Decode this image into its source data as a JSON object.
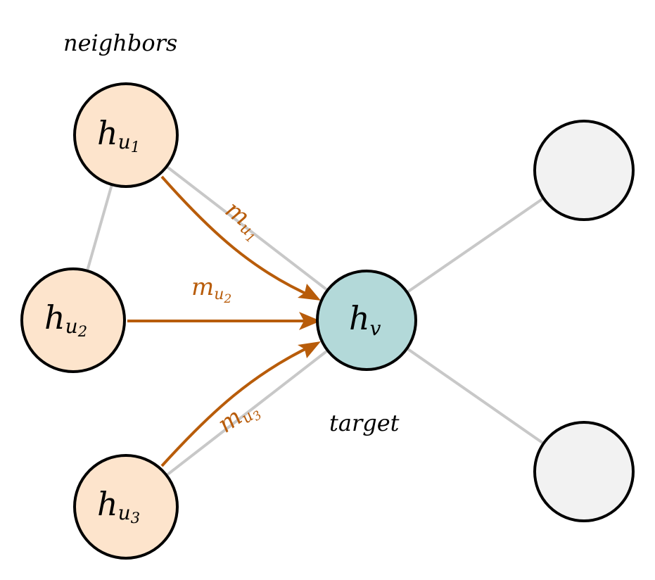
{
  "colors": {
    "neighbor_fill": "#FDE4CC",
    "target_fill": "#B3D9D9",
    "other_fill": "#F2F2F2",
    "edge": "#C8C8C8",
    "message": "#B85C0A",
    "outline": "#000000"
  },
  "captions": {
    "neighbors": "neighbors",
    "target": "target"
  },
  "nodes": {
    "u1": {
      "base": "h",
      "sub": "u",
      "subsub": "1"
    },
    "u2": {
      "base": "h",
      "sub": "u",
      "subsub": "2"
    },
    "u3": {
      "base": "h",
      "sub": "u",
      "subsub": "3"
    },
    "v": {
      "base": "h",
      "sub": "v"
    }
  },
  "messages": {
    "m1": {
      "base": "m",
      "sub": "u",
      "subsub": "1"
    },
    "m2": {
      "base": "m",
      "sub": "u",
      "subsub": "2"
    },
    "m3": {
      "base": "m",
      "sub": "u",
      "subsub": "3"
    }
  }
}
